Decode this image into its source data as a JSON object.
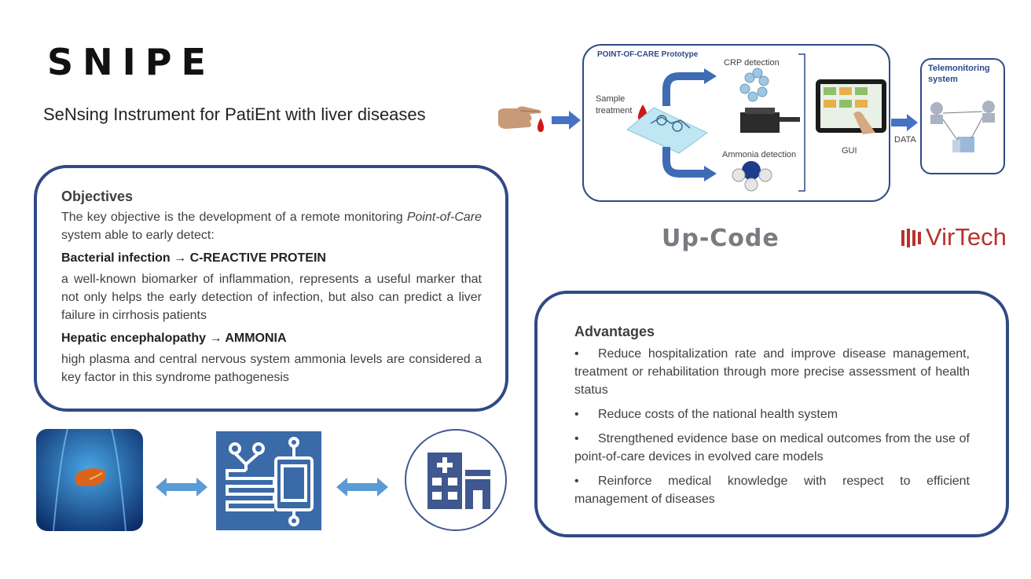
{
  "header": {
    "title": "SNIPE",
    "subtitle": "SeNsing Instrument for PatiEnt with liver diseases"
  },
  "objectives": {
    "heading": "Objectives",
    "intro_part1": "The key objective is the development of a remote monitoring ",
    "intro_italic": "Point-of-Care",
    "intro_part2": " system able to early detect:",
    "item1_title": "Bacterial infection → C-REACTIVE PROTEIN",
    "item1_text": "a well-known biomarker of inflammation, represents a useful marker that not only helps the early detection of infection, but also can predict a liver failure in cirrhosis patients",
    "item2_title": "Hepatic encephalopathy → AMMONIA",
    "item2_text": "high plasma and central nervous system ammonia levels are considered a key factor in this syndrome pathogenesis"
  },
  "advantages": {
    "heading": "Advantages",
    "items": [
      "Reduce hospitalization rate and improve disease management, treatment or rehabilitation through more precise assessment of health status",
      "Reduce costs of the national health system",
      "Strengthened evidence base on medical outcomes from the use of point-of-care devices in evolved care models",
      "Reinforce medical knowledge with respect to efficient management of diseases"
    ]
  },
  "diagram": {
    "prototype_title": "POINT-OF-CARE Prototype",
    "sample_label_line1": "Sample",
    "sample_label_line2": "treatment",
    "crp_label": "CRP detection",
    "ammonia_label": "Ammonia detection",
    "gui_label": "GUI",
    "data_label": "DATA",
    "telemonitoring_line1": "Telemonitoring",
    "telemonitoring_line2": "system"
  },
  "logos": {
    "upcode": "Up-Code",
    "virtech": "VirTech"
  },
  "colors": {
    "frame": "#2f4a86",
    "arrow": "#4472c4",
    "icon_tile": "#3a6aa8",
    "hospital_icon": "#3f5890",
    "virtech": "#b7322c"
  },
  "icons": [
    "hand-blood-drop-icon",
    "liver-anatomy-icon",
    "microfluidic-device-icon",
    "hospital-icon",
    "double-arrow-icon"
  ]
}
